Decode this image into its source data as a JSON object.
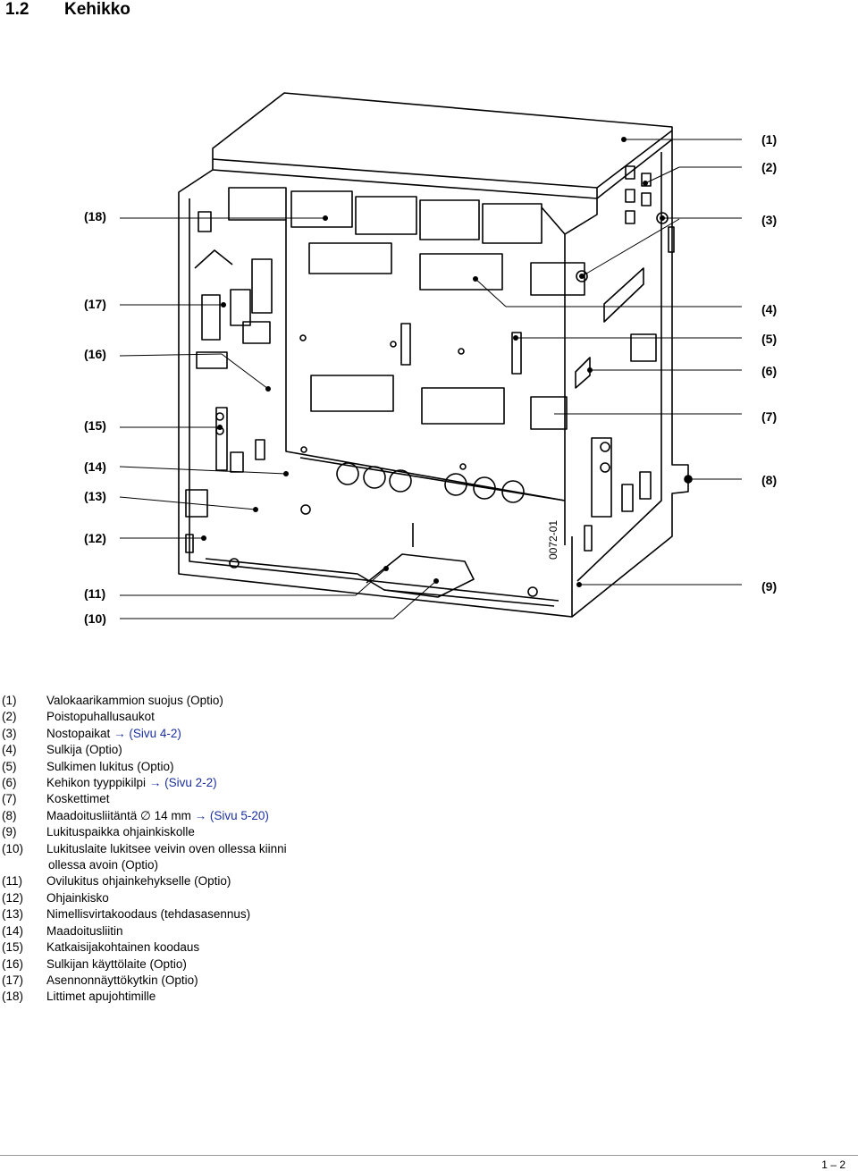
{
  "heading": {
    "number": "1.2",
    "title": "Kehikko"
  },
  "figure": {
    "code": "0072-01",
    "callouts_right": [
      "(1)",
      "(2)",
      "(3)",
      "(4)",
      "(5)",
      "(6)",
      "(7)",
      "(8)",
      "(9)"
    ],
    "callouts_left": [
      "(18)",
      "(17)",
      "(16)",
      "(15)",
      "(14)",
      "(13)",
      "(12)",
      "(11)",
      "(10)"
    ]
  },
  "legend": [
    {
      "n": "(1)",
      "text": "Valokaarikammion suojus (Optio)"
    },
    {
      "n": "(2)",
      "text": "Poistopuhallusaukot"
    },
    {
      "n": "(3)",
      "text": "Nostopaikat",
      "arrow": "→",
      "ref": "(Sivu 4-2)"
    },
    {
      "n": "(4)",
      "text": "Sulkija (Optio)"
    },
    {
      "n": "(5)",
      "text": "Sulkimen lukitus (Optio)"
    },
    {
      "n": "(6)",
      "text": "Kehikon tyyppikilpi",
      "arrow": "→",
      "ref": "(Sivu 2-2)"
    },
    {
      "n": "(7)",
      "text": "Koskettimet"
    },
    {
      "n": "(8)",
      "text": "Maadoitusliitäntä ∅ 14 mm",
      "arrow": "→",
      "ref": "(Sivu 5-20)"
    },
    {
      "n": "(9)",
      "text": "Lukituspaikka ohjainkiskolle"
    },
    {
      "n": "(10)",
      "text": "Lukituslaite lukitsee veivin oven ollessa kiinni",
      "cont": "ollessa avoin (Optio)"
    },
    {
      "n": "(11)",
      "text": "Ovilukitus ohjainkehykselle (Optio)"
    },
    {
      "n": "(12)",
      "text": "Ohjainkisko"
    },
    {
      "n": "(13)",
      "text": "Nimellisvirtakoodaus (tehdasasennus)"
    },
    {
      "n": "(14)",
      "text": "Maadoitusliitin"
    },
    {
      "n": "(15)",
      "text": "Katkaisijakohtainen koodaus"
    },
    {
      "n": "(16)",
      "text": "Sulkijan käyttölaite (Optio)"
    },
    {
      "n": "(17)",
      "text": "Asennonnäyttökytkin (Optio)"
    },
    {
      "n": "(18)",
      "text": "Littimet apujohtimille"
    }
  ],
  "footer": {
    "page": "1 – 2"
  }
}
